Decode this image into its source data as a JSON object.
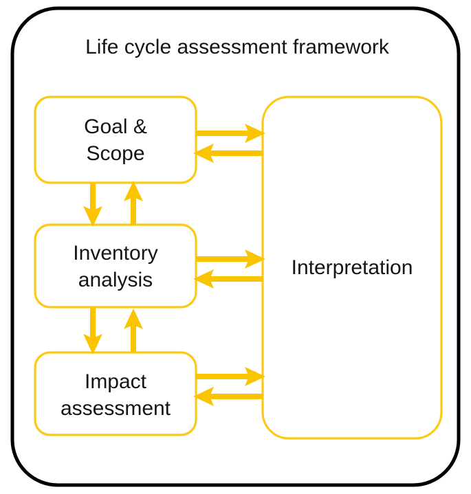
{
  "diagram": {
    "title": "Life cycle assessment framework",
    "frame_color": "#000000",
    "accent_color": "#FBC400",
    "box_border_color": "#FBC917",
    "background_color": "#FFFFFF",
    "text_color": "#151515",
    "type": "flow-diagram"
  },
  "stages": [
    {
      "id": "goal-scope",
      "line1": "Goal &",
      "line2": "Scope"
    },
    {
      "id": "inventory-analysis",
      "line1": "Inventory",
      "line2": "analysis"
    },
    {
      "id": "impact-assessment",
      "line1": "Impact",
      "line2": "assessment"
    }
  ],
  "interpretation": {
    "id": "interpretation",
    "label": "Interpretation"
  },
  "connectors": [
    {
      "id": "goal-to-interpretation",
      "direction": "right"
    },
    {
      "id": "interpretation-to-goal",
      "direction": "left"
    },
    {
      "id": "inventory-to-interpretation",
      "direction": "right"
    },
    {
      "id": "interpretation-to-inventory",
      "direction": "left"
    },
    {
      "id": "impact-to-interpretation",
      "direction": "right"
    },
    {
      "id": "interpretation-to-impact",
      "direction": "left"
    },
    {
      "id": "goal-to-inventory",
      "direction": "down"
    },
    {
      "id": "inventory-to-goal",
      "direction": "up"
    },
    {
      "id": "inventory-to-impact",
      "direction": "down"
    },
    {
      "id": "impact-to-inventory",
      "direction": "up"
    }
  ]
}
